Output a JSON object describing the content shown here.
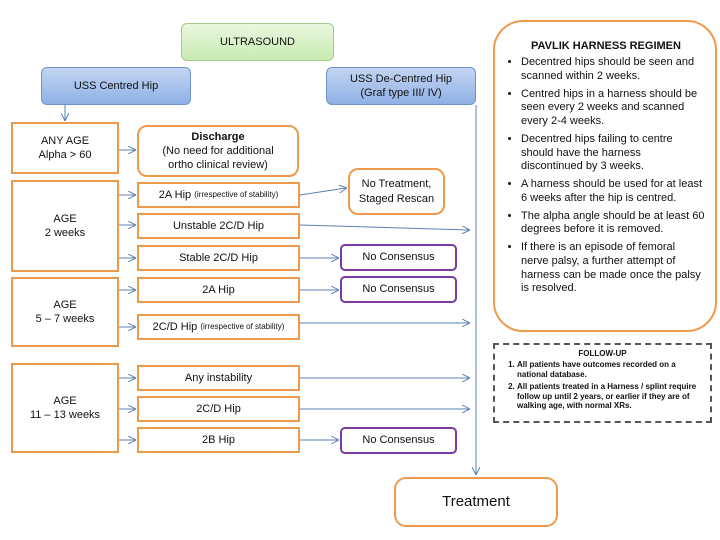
{
  "ultrasound": "ULTRASOUND",
  "centred_hip": "USS Centred Hip",
  "decentred_hip": {
    "line1": "USS De-Centred Hip",
    "line2": "(Graf type III/ IV)"
  },
  "age_any": {
    "line1": "ANY AGE",
    "line2": "Alpha > 60"
  },
  "discharge": {
    "title": "Discharge",
    "line2": "(No need for additional",
    "line3": "ortho clinical review)"
  },
  "age_2w": {
    "line1": "AGE",
    "line2": "2 weeks"
  },
  "box_2a_2w": {
    "main": "2A Hip ",
    "note": "(irrespective of stability)"
  },
  "no_treatment": {
    "line1": "No Treatment,",
    "line2": "Staged Rescan"
  },
  "unstable_2cd": "Unstable 2C/D Hip",
  "stable_2cd": "Stable 2C/D Hip",
  "no_consensus_1": "No Consensus",
  "age_5_7": {
    "line1": "AGE",
    "line2": "5 – 7 weeks"
  },
  "box_2a_5_7": "2A Hip",
  "no_consensus_2": "No Consensus",
  "box_2cd_5_7": {
    "main": "2C/D Hip ",
    "note": "(irrespective of stability)"
  },
  "age_11_13": {
    "line1": "AGE",
    "line2": "11 – 13 weeks"
  },
  "any_instability": "Any instability",
  "box_2cd_11": "2C/D Hip",
  "box_2b_11": "2B Hip",
  "no_consensus_3": "No Consensus",
  "treatment": "Treatment",
  "pavlik": {
    "title": "PAVLIK HARNESS REGIMEN",
    "items": [
      "Decentred hips should be seen and scanned within 2 weeks.",
      "Centred hips in a harness should be seen every 2 weeks and scanned every 2-4 weeks.",
      "Decentred hips failing to centre should have the harness discontinued by 3 weeks.",
      "A harness should be used for at least 6 weeks after the hip is centred.",
      "The alpha angle should be at least 60 degrees before it is removed.",
      "If there is an episode of femoral nerve palsy, a further attempt of harness can be made once the palsy is resolved."
    ]
  },
  "followup": {
    "title": "FOLLOW-UP",
    "items": [
      "All patients have outcomes recorded on a national database.",
      "All patients treated in a Harness / splint require follow up until 2 years, or earlier if they are of walking age, with normal XRs."
    ]
  },
  "colors": {
    "orange": "#ee9a4d",
    "purple": "#7b3aa3",
    "blue": "#8fb0e6",
    "green": "#c8ebb1",
    "arrow": "#5b7fb5"
  }
}
